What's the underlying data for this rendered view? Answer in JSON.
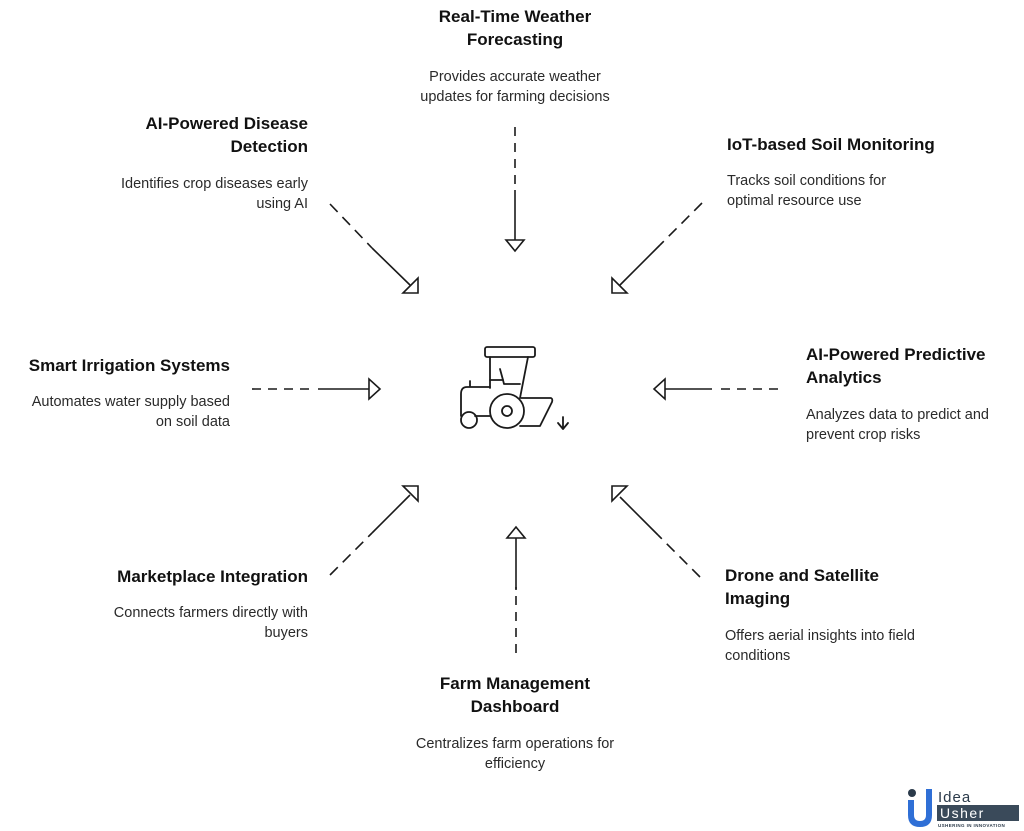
{
  "diagram": {
    "center": {
      "icon": "tractor-icon"
    },
    "nodes": [
      {
        "id": "weather",
        "title": "Real-Time Weather Forecasting",
        "title_lines": [
          "Real-Time Weather",
          "Forecasting"
        ],
        "desc_lines": [
          "Provides accurate weather",
          "updates for farming decisions"
        ]
      },
      {
        "id": "disease",
        "title": "AI-Powered Disease Detection",
        "title_lines": [
          "AI-Powered Disease",
          "Detection"
        ],
        "desc_lines": [
          "Identifies crop diseases early",
          "using AI"
        ]
      },
      {
        "id": "soil",
        "title": "IoT-based Soil Monitoring",
        "title_lines": [
          "IoT-based Soil Monitoring"
        ],
        "desc_lines": [
          "Tracks soil conditions for",
          "optimal resource use"
        ]
      },
      {
        "id": "irrigation",
        "title": "Smart Irrigation Systems",
        "title_lines": [
          "Smart Irrigation Systems"
        ],
        "desc_lines": [
          "Automates water supply based",
          "on soil data"
        ]
      },
      {
        "id": "predictive",
        "title": "AI-Powered Predictive Analytics",
        "title_lines": [
          "AI-Powered Predictive",
          "Analytics"
        ],
        "desc_lines": [
          "Analyzes data to predict and",
          "prevent crop risks"
        ]
      },
      {
        "id": "marketplace",
        "title": "Marketplace Integration",
        "title_lines": [
          "Marketplace Integration"
        ],
        "desc_lines": [
          "Connects farmers directly with",
          "buyers"
        ]
      },
      {
        "id": "drone",
        "title": "Drone and Satellite Imaging",
        "title_lines": [
          "Drone and Satellite",
          "Imaging"
        ],
        "desc_lines": [
          "Offers aerial insights into field",
          "conditions"
        ]
      },
      {
        "id": "dashboard",
        "title": "Farm Management Dashboard",
        "title_lines": [
          "Farm Management",
          "Dashboard"
        ],
        "desc_lines": [
          "Centralizes farm operations for",
          "efficiency"
        ]
      }
    ],
    "edges": [
      {
        "from": "weather",
        "to": "center"
      },
      {
        "from": "disease",
        "to": "center"
      },
      {
        "from": "soil",
        "to": "center"
      },
      {
        "from": "irrigation",
        "to": "center"
      },
      {
        "from": "predictive",
        "to": "center"
      },
      {
        "from": "marketplace",
        "to": "center"
      },
      {
        "from": "drone",
        "to": "center"
      },
      {
        "from": "dashboard",
        "to": "center"
      }
    ]
  },
  "logo": {
    "line1": "Idea",
    "line2": "Usher",
    "tagline": "USHERING IN INNOVATION",
    "colors": {
      "blue": "#2f6fd6",
      "dark": "#3a4a5a",
      "dot": "#2b3a4a"
    }
  }
}
